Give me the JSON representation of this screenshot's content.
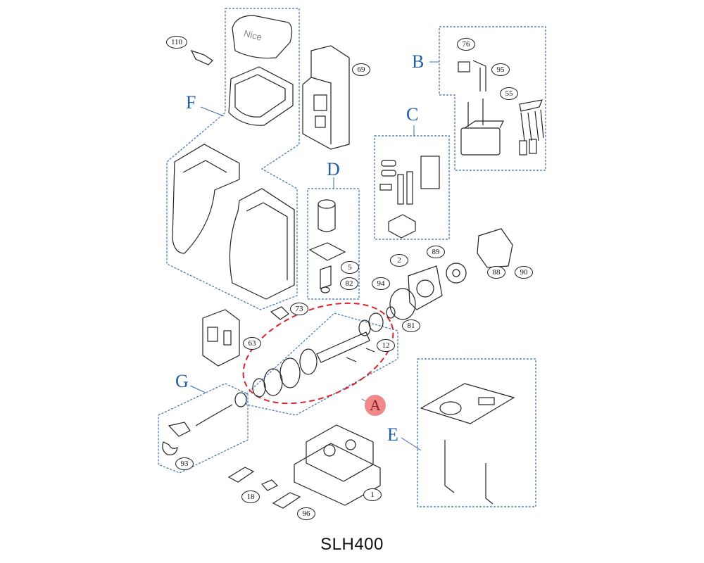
{
  "model_name": "SLH400",
  "groups": {
    "A": "A",
    "B": "B",
    "C": "C",
    "D": "D",
    "E": "E",
    "F": "F",
    "G": "G"
  },
  "callouts": {
    "p110": "110",
    "p69": "69",
    "p76": "76",
    "p95": "95",
    "p55": "55",
    "p5": "5",
    "p82": "82",
    "p2": "2",
    "p89": "89",
    "p88": "88",
    "p90": "90",
    "p94": "94",
    "p81": "81",
    "p73": "73",
    "p63": "63",
    "p12": "12",
    "p93": "93",
    "p18": "18",
    "p96": "96",
    "p1": "1"
  },
  "colors": {
    "group_box": "#3a6fb0",
    "group_letter": "#1f5fa8",
    "highlight_ellipse": "#d9252a",
    "marker_fill": "#f08a8a",
    "line_art": "#222222"
  }
}
